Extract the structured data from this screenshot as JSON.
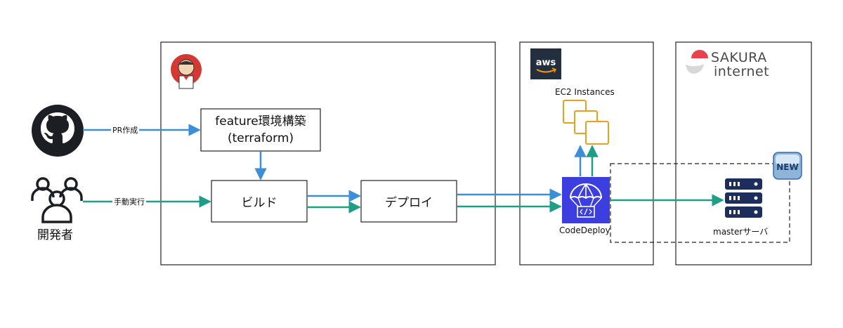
{
  "actors": {
    "github_user": {
      "icon": "github-icon"
    },
    "developers": {
      "icon": "people-icon",
      "label": "開発者"
    }
  },
  "edges": {
    "pr_label": "PR作成",
    "manual_label": "手動実行"
  },
  "jenkins": {
    "icon": "jenkins-butler-icon",
    "feature_box": {
      "line1": "feature環境構築",
      "line2": "(terraform)"
    },
    "build_box": "ビルド",
    "deploy_box": "デプロイ"
  },
  "aws": {
    "logo": "aws",
    "ec2_label": "EC2 Instances",
    "codedeploy_label": "CodeDeploy"
  },
  "sakura": {
    "brand_line1": "SAKURA",
    "brand_line2": "internet",
    "new_badge": "NEW",
    "server_label": "masterサーバ"
  },
  "colors": {
    "blue": "#3c8fd6",
    "green": "#1e9e86",
    "ec2_orange": "#e8a020",
    "codedeploy": "#3d3ee0",
    "sakura_red": "#e8434d",
    "server_navy": "#1b2e5e"
  }
}
